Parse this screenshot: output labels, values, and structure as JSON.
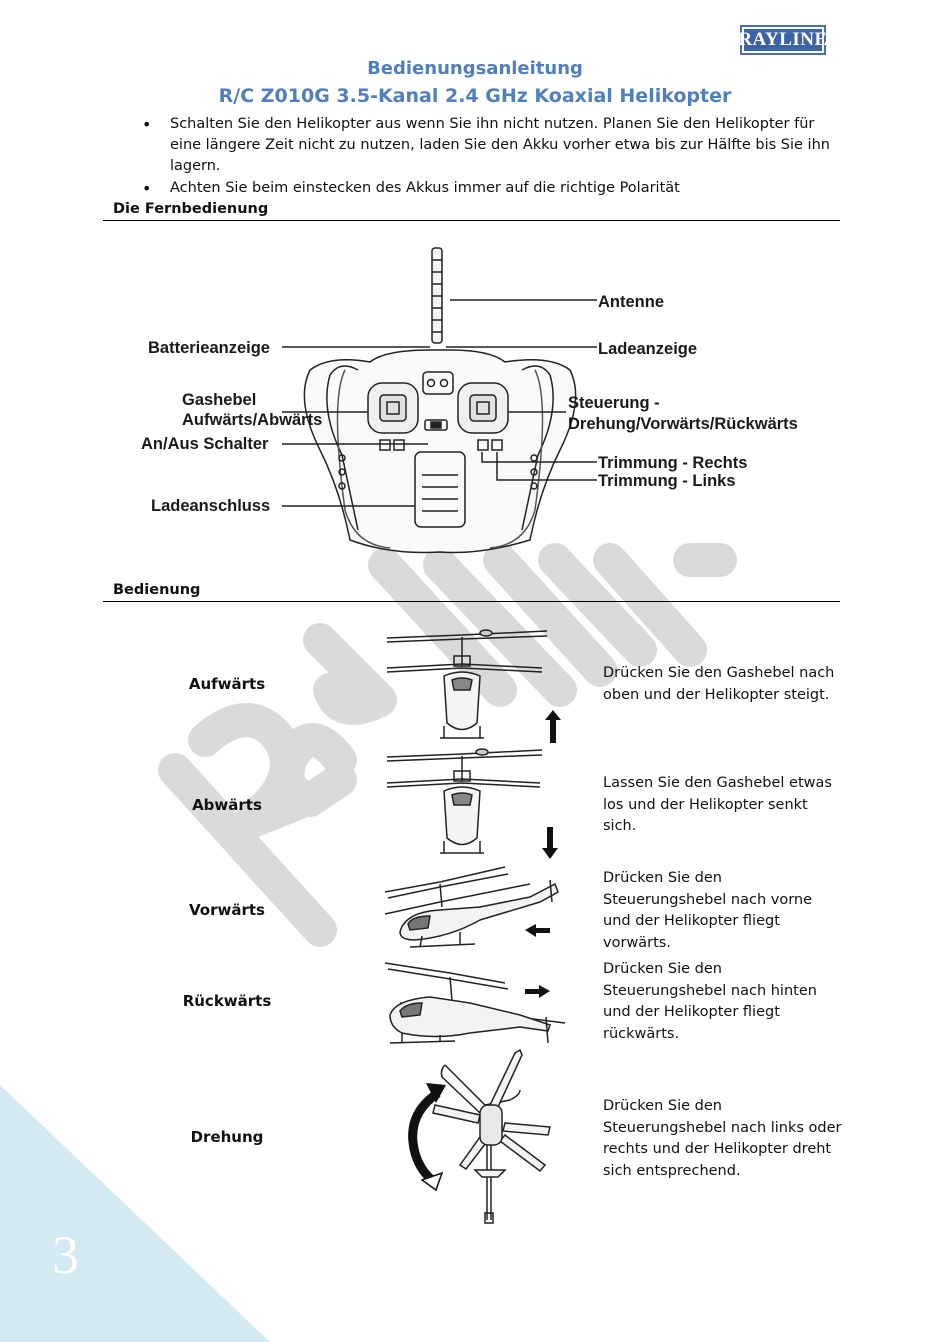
{
  "logo": {
    "text": "RAYLINE"
  },
  "header": {
    "title": "Bedienungsanleitung",
    "subtitle": "R/C Z010G 3.5-Kanal 2.4 GHz Koaxial Helikopter"
  },
  "bullets": [
    "Schalten Sie den Helikopter aus wenn Sie ihn nicht nutzen. Planen Sie den Helikopter für eine längere Zeit nicht zu nutzen, laden Sie den Akku vorher etwa bis zur Hälfte bis Sie ihn lagern.",
    "Achten Sie beim einstecken des Akkus immer auf die richtige Polarität"
  ],
  "sections": {
    "remote": "Die Fernbedienung",
    "operation": "Bedienung"
  },
  "remote_labels": {
    "antenna": "Antenne",
    "battery": "Batterieanzeige",
    "charge_indicator": "Ladeanzeige",
    "throttle_1": "Gashebel",
    "throttle_2": "Aufwärts/Abwärts",
    "steering_1": "Steuerung -",
    "steering_2": "Drehung/Vorwärts/Rückwärts",
    "power_switch": "An/Aus Schalter",
    "trim_right": "Trimmung - Rechts",
    "trim_left": "Trimmung - Links",
    "charge_port": "Ladeanschluss"
  },
  "operations": [
    {
      "label": "Aufwärts",
      "desc": "Drücken Sie den Gashebel nach oben und der Helikopter steigt."
    },
    {
      "label": "Abwärts",
      "desc": "Lassen Sie den Gashebel etwas los und der Helikopter senkt sich."
    },
    {
      "label": "Vorwärts",
      "desc": "Drücken Sie den Steuerungshebel nach vorne und der Helikopter fliegt vorwärts."
    },
    {
      "label": "Rückwärts",
      "desc": "Drücken Sie den Steuerungshebel nach hinten und der Helikopter fliegt rückwärts."
    },
    {
      "label": "Drehung",
      "desc": "Drücken Sie den Steuerungshebel nach links oder rechts und der Helikopter dreht sich entsprechend."
    }
  ],
  "page_number": "3",
  "colors": {
    "title": "#4f7fbe",
    "logo": "#3d63a4",
    "corner": "#d3eaf2",
    "watermark": "#d9d9d9"
  }
}
